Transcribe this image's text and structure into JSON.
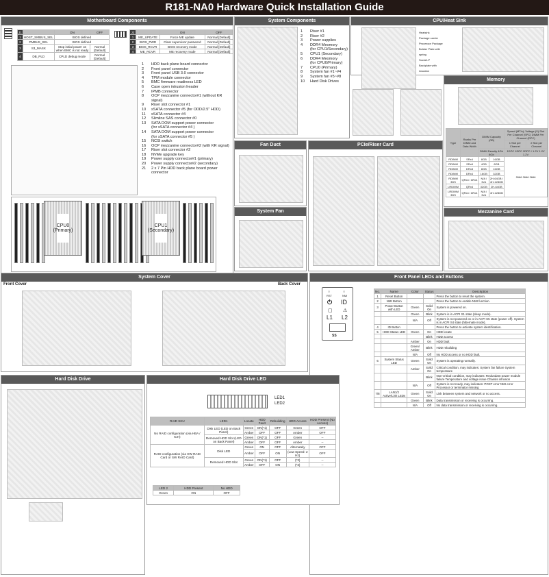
{
  "title": "R181-NA0 Hardware Quick Installation Guide",
  "sections": {
    "motherboard": "Motherboard Components",
    "system_components": "System Components",
    "cpu_heatsink": "CPU/Heat Sink",
    "memory": "Memory",
    "fan_duct": "Fan Duct",
    "pcie_riser": "PCIe/Riser Card",
    "system_fan": "System Fan",
    "mezzanine": "Mezzanine Card",
    "system_cover": "System Cover",
    "front_panel": "Front Panel LEDs and Buttons",
    "hard_disk": "Hard Disk Drive",
    "hdd_led": "Hard Disk Drive LED"
  },
  "jumpers": {
    "j1": {
      "label": "J1",
      "switch_label": "ON DIP",
      "headers": [
        "J1",
        "",
        "ON",
        "OFF"
      ],
      "rows": [
        [
          "1",
          "HOST_SMBUS_SEL",
          "BIOS defined",
          ""
        ],
        [
          "2",
          "PMBUS_SEL",
          "BIOS defined",
          ""
        ],
        [
          "3",
          "S3_MASK",
          "Stop initial power on when BMC is not ready",
          "Normal [Default]"
        ],
        [
          "4",
          "DB_PLD",
          "CPLD debug mode",
          "Normal [Default]"
        ]
      ]
    },
    "j2": {
      "label": "J2",
      "switch_label": "ON DIP",
      "headers": [
        "J2",
        "",
        "ON",
        "OFF"
      ],
      "rows": [
        [
          "1",
          "ME_UPDATE",
          "Force ME update",
          "Normal [Default]"
        ],
        [
          "2",
          "BIOS_PWD",
          "Clear supervisor password",
          "Normal [Default]"
        ],
        [
          "3",
          "BIOS_RCVR",
          "BIOS recovery mode",
          "Normal [Default]"
        ],
        [
          "4",
          "ME_RCVR",
          "ME recovery mode",
          "Normal [Default]"
        ]
      ]
    }
  },
  "mb_components": [
    {
      "n": "1",
      "t": "HDD back plane board connector"
    },
    {
      "n": "2",
      "t": "Front panel connector"
    },
    {
      "n": "3",
      "t": "Front panel USB 3.0 connector"
    },
    {
      "n": "4",
      "t": "TPM module connector"
    },
    {
      "n": "5",
      "t": "BMC firmware readiness LED"
    },
    {
      "n": "6",
      "t": "Case open intrusion header"
    },
    {
      "n": "7",
      "t": "IPMB connector"
    },
    {
      "n": "8",
      "t": "OCP mezzanine connector#1 (without KR signal)"
    },
    {
      "n": "9",
      "t": "Riser slot connector #1"
    },
    {
      "n": "10",
      "t": "sSATA connector #5 (for ODD/2.5\" HDD)"
    },
    {
      "n": "11",
      "t": "sSATA connector #4"
    },
    {
      "n": "12",
      "t": "Slimline SAS connector #0"
    },
    {
      "n": "13",
      "t": "SATA DOM support power connector"
    },
    {
      "n": "",
      "t": "(for sSATA connector #4 )"
    },
    {
      "n": "14",
      "t": "SATA DOM support power connector"
    },
    {
      "n": "",
      "t": "(for sSATA connector #5 )"
    },
    {
      "n": "15",
      "t": "NCSI switch"
    },
    {
      "n": "16",
      "t": "OCP mezzanine connector#2 (with KR signal)"
    },
    {
      "n": "17",
      "t": "Riser slot connector #2"
    },
    {
      "n": "18",
      "t": "NVMe upgrade key"
    },
    {
      "n": "19",
      "t": "Power supply connector#1 (primary)"
    },
    {
      "n": "20",
      "t": "Power supply connector#2 (secondary)"
    },
    {
      "n": "21",
      "t": "2 x 7 Pin HDD back plane board power connector"
    }
  ],
  "cpus": [
    {
      "name": "CPU0",
      "role": "(Primary)"
    },
    {
      "name": "CPU1",
      "role": "(Secondary)"
    }
  ],
  "sys_components": [
    {
      "n": "1",
      "t": "Riser #1"
    },
    {
      "n": "2",
      "t": "Riser #2"
    },
    {
      "n": "3",
      "t": "Power supplies"
    },
    {
      "n": "4",
      "t": "DDR4 Meomory"
    },
    {
      "n": "",
      "t": "(for CPU1/Secondary)"
    },
    {
      "n": "5",
      "t": "CPU1 (Secondary)"
    },
    {
      "n": "6",
      "t": "DDR4 Meomory"
    },
    {
      "n": "",
      "t": "(for CPU0/Primary)"
    },
    {
      "n": "7",
      "t": "CPU0 (Primary)"
    },
    {
      "n": "8",
      "t": "System fan #1~#4"
    },
    {
      "n": "9",
      "t": "System fan #5~#8"
    },
    {
      "n": "10",
      "t": "Hard Disk Drives"
    }
  ],
  "heatsink_labels": [
    "Heatsink",
    "Package carrier",
    "Processor Package",
    "Bolster Plate with spring",
    "Socket-P",
    "Backplate with insulator"
  ],
  "memory_table": {
    "h_type": "Type",
    "h_ranks": "Ranks Per DIMM and Data Width",
    "h_cap": "DIMM Capacity (GB)",
    "h_speed": "Speed (MT/s); Voltage (V) Slot Per Channel (SPC) DIMM Per Channel (DPC)",
    "h_1slot": "1 Slot per Channel",
    "h_2slot": "2 Slot per Channel",
    "h_density": "DIMM Density",
    "h_density_vals": "4Gb  8Gb",
    "h_dpc": "1DPC  1DPC  2DPC",
    "h_volt": "1.2V    1.2V  1.2V",
    "rows": [
      [
        "RDIMM",
        "SRx4",
        "8GB",
        "16GB"
      ],
      [
        "RDIMM",
        "SRx8",
        "4GB",
        "8GB"
      ],
      [
        "RDIMM",
        "DRx8",
        "8GB",
        "16GB"
      ],
      [
        "RDIMM",
        "DRx4",
        "16GB",
        "32GB"
      ],
      [
        "RDIMM 3DS",
        "QRx4 / 8Rx4",
        "N/A / N/A",
        "2H-64GB / 4H-128GB"
      ],
      [
        "LRDIMM",
        "QRx4",
        "32GB",
        "2H-64GB"
      ],
      [
        "LRDIMM 3DS",
        "QRx4 / 8Rx4",
        "N/A / N/A",
        "4H-128GB"
      ]
    ],
    "speed": "2666  2666  2666"
  },
  "cover": {
    "front": "Front Cover",
    "back": "Back Cover"
  },
  "front_panel": {
    "bezel": {
      "rst": "RST",
      "nmi": "NMI",
      "id": "ID",
      "l1": "L1",
      "l2": "L2",
      "usb": "SS"
    },
    "headers": [
      "No.",
      "Name",
      "Color",
      "Status",
      "Description"
    ],
    "rows": [
      {
        "no": "1",
        "name": "Reset Button",
        "color": "",
        "status": "",
        "desc": "Press the button to reset the system."
      },
      {
        "no": "2",
        "name": "NMI Button",
        "color": "",
        "status": "",
        "desc": "Press the button to enable NMI function."
      },
      {
        "no": "3",
        "name": "Power Button with LED",
        "color": "Green",
        "status": "Solid On",
        "desc": "System is powered on."
      },
      {
        "no": "",
        "name": "",
        "color": "Green",
        "status": "Blink",
        "desc": "System is in ACPI S1 state (sleep mode)."
      },
      {
        "no": "",
        "name": "",
        "color": "N/A",
        "status": "Off",
        "desc": "System is not powered on or in ACPI S5 state (power off). System is in ACPI S4 state (hibernate mode)."
      },
      {
        "no": "4",
        "name": "ID Button",
        "color": "",
        "status": "",
        "desc": "Press the button to activate system identification."
      },
      {
        "no": "5",
        "name": "HDD Status LED",
        "color": "Green",
        "status": "On",
        "desc": "HDD locate"
      },
      {
        "no": "",
        "name": "",
        "color": "",
        "status": "Blink",
        "desc": "HDD access"
      },
      {
        "no": "",
        "name": "",
        "color": "Amber",
        "status": "On",
        "desc": "HDD fault"
      },
      {
        "no": "",
        "name": "",
        "color": "Green/ Amber",
        "status": "Blink",
        "desc": "HDD rebuilding"
      },
      {
        "no": "",
        "name": "",
        "color": "N/A",
        "status": "Off",
        "desc": "No HDD access or no HDD fault."
      },
      {
        "no": "6",
        "name": "System Status LED",
        "color": "Green",
        "status": "Solid On",
        "desc": "System is operating normally."
      },
      {
        "no": "",
        "name": "",
        "color": "Amber",
        "status": "Solid On",
        "desc": "Critical condition, may indicates: System fan failure System temperature"
      },
      {
        "no": "",
        "name": "",
        "color": "",
        "status": "Blink",
        "desc": "Non-critical condition, may indicates: Redundant power module failure Temperature and voltage issue Chassis intrusion"
      },
      {
        "no": "",
        "name": "",
        "color": "N/A",
        "status": "Off",
        "desc": "System is not ready, may indicates: POST error NMI error Processor or terminator missing"
      },
      {
        "no": "7/8",
        "name": "LAN1/2 Active/Link LEDs",
        "color": "Green",
        "status": "Solid On",
        "desc": "Link between system and network or no access."
      },
      {
        "no": "",
        "name": "",
        "color": "Green",
        "status": "Blink",
        "desc": "Data transmission or receiving is occurring."
      },
      {
        "no": "",
        "name": "",
        "color": "N/A",
        "status": "Off",
        "desc": "No data transmission or receiving is occurring."
      }
    ]
  },
  "hdd_led": {
    "led1": "LED1",
    "led2": "LED2",
    "headers": [
      "RAID SKU",
      "LED1",
      "Locate",
      "HDD Fault",
      "Rebuilding",
      "HDD Access",
      "HDD Present (No Access)"
    ],
    "groups": [
      {
        "sku": "No RAID configuration (via HBA / ICH)",
        "subs": [
          {
            "led": "Disk LED (LED on Back Panel)",
            "rows": [
              [
                "Green",
                "ON(*1)",
                "OFF",
                "Green",
                "OFF"
              ],
              [
                "Amber",
                "OFF",
                "OFF",
                "Amber",
                "OFF"
              ]
            ]
          },
          {
            "led": "Removed HDD Slot (LED on Back Panel)",
            "rows": [
              [
                "Green",
                "ON(*1)",
                "OFF",
                "Green",
                "--"
              ],
              [
                "Amber",
                "OFF",
                "OFF",
                "Amber",
                "--"
              ]
            ]
          }
        ]
      },
      {
        "sku": "RAID configuration (via HW RAID Card or SW RAID Card)",
        "subs": [
          {
            "led": "Disk LED",
            "rows": [
              [
                "Green",
                "ON",
                "OFF",
                "Alternately",
                "OFF"
              ],
              [
                "Amber",
                "OFF",
                "ON",
                "(Low Speed: 2 Hz)",
                "OFF"
              ]
            ]
          },
          {
            "led": "Removed HDD Slot",
            "rows": [
              [
                "Green",
                "ON(*1)",
                "OFF",
                "(*3)",
                "--"
              ],
              [
                "Amber",
                "OFF",
                "ON",
                "(*3)",
                "--"
              ]
            ]
          }
        ]
      }
    ],
    "led2_table": {
      "headers": [
        "LED 2",
        "HDD Present",
        "No HDD"
      ],
      "row": [
        "Green",
        "ON",
        "OFF"
      ]
    }
  }
}
